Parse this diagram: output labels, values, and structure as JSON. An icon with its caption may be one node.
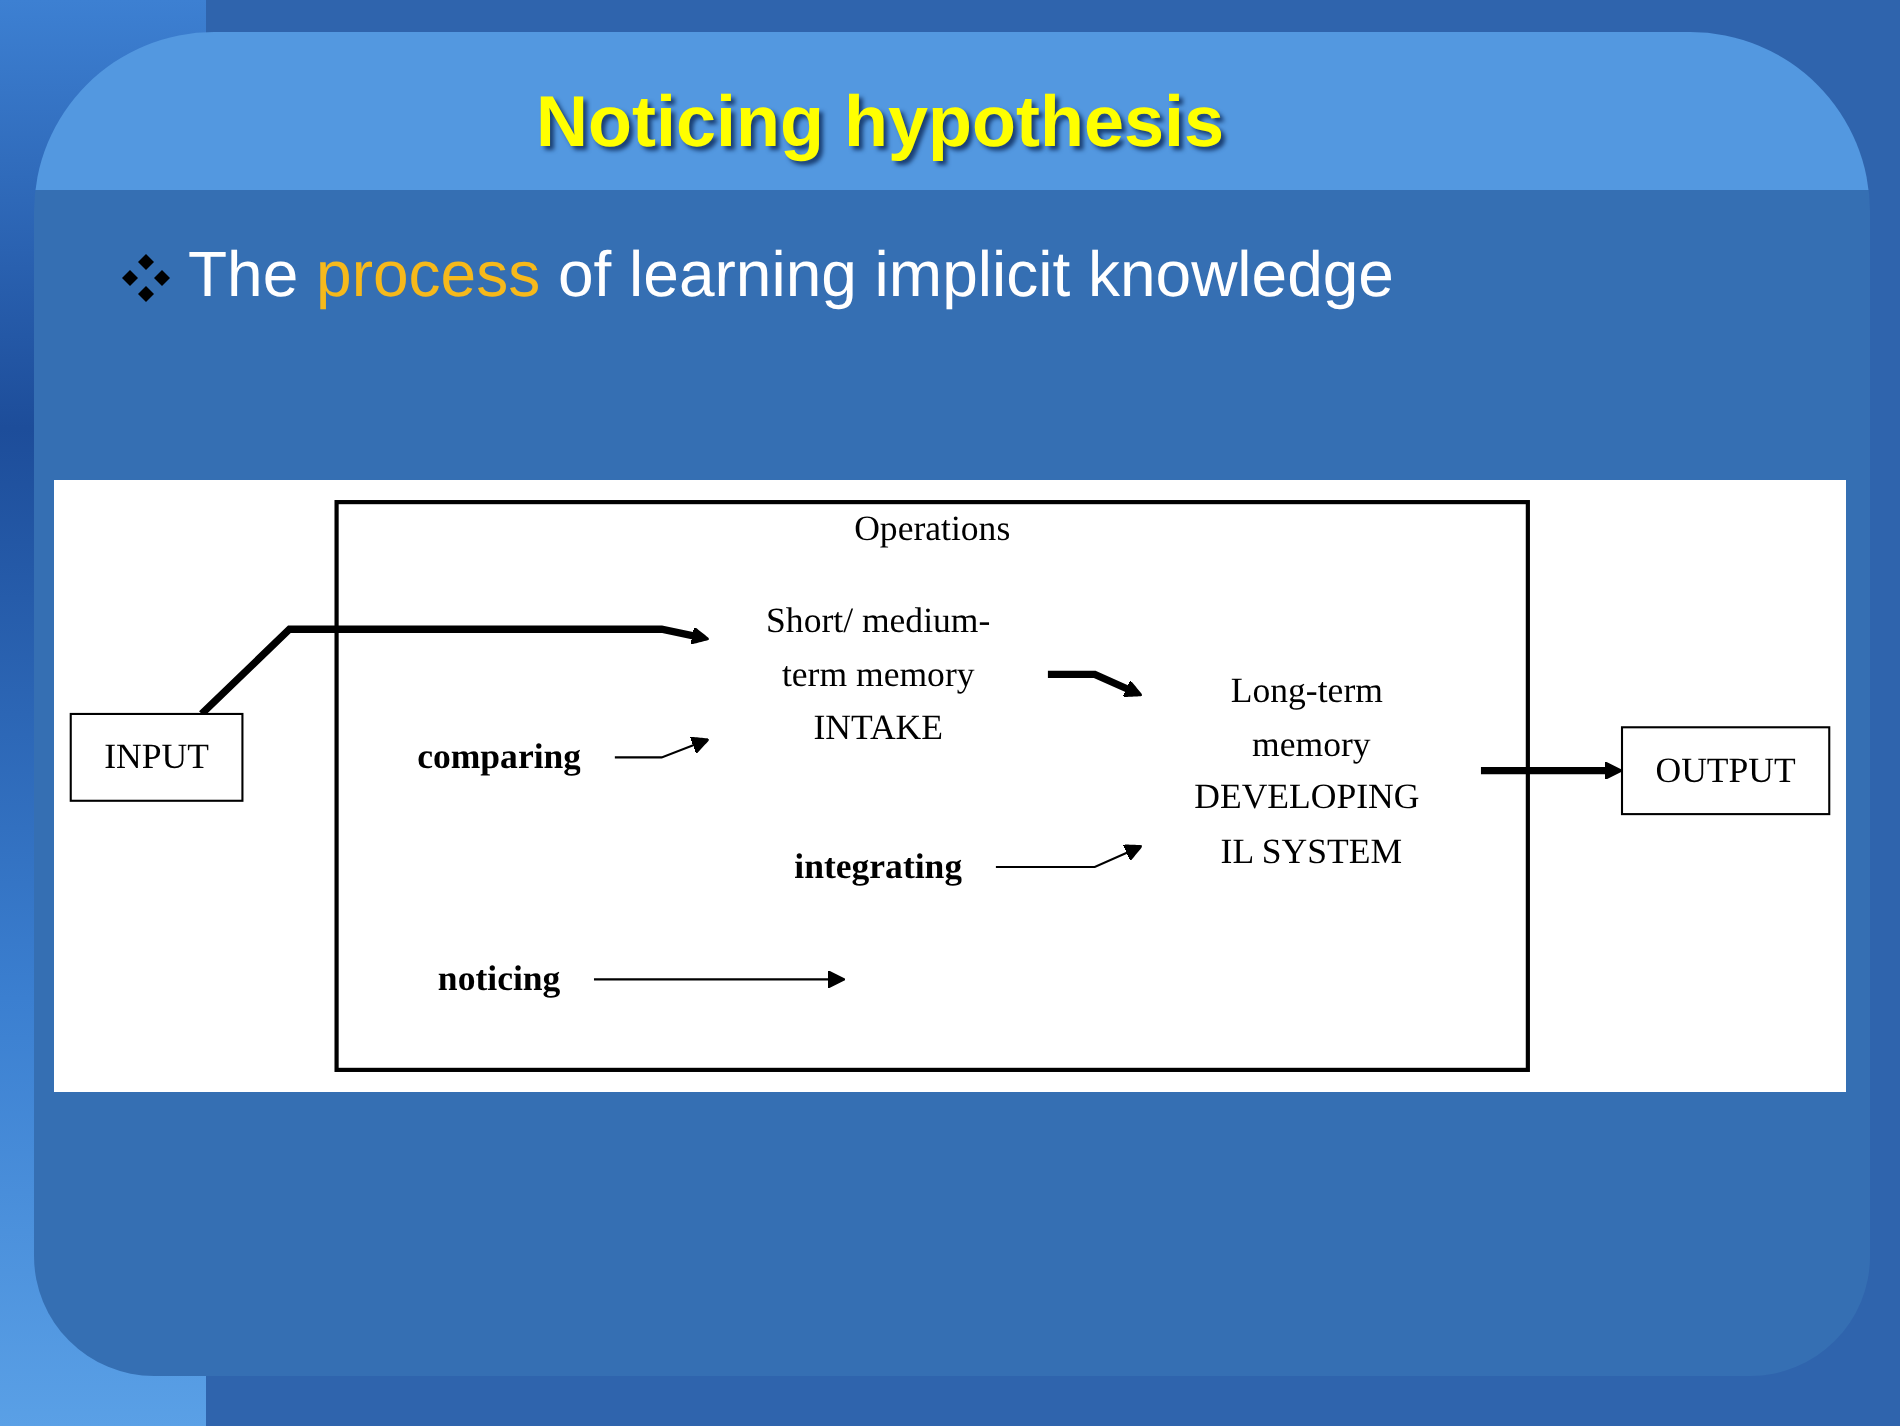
{
  "diagram": {
    "title": "Noticing hypothesis",
    "nodes": [
      {
        "text": [
          "Operations"
        ]
      },
      {
        "text": [
          "INPUT"
        ]
      },
      {
        "text": [
          "noticing"
        ],
        "in": 0
      },
      {
        "text": [
          "comparing"
        ],
        "in": 0
      },
      {
        "text": [
          "integrating"
        ],
        "in": 0
      },
      {
        "text": [
          "Short/ medium-term memory",
          "INTAKE"
        ],
        "in": 0
      },
      {
        "text": [
          "Long-term memory",
          "DEVELOPING IL SYSTEM"
        ],
        "in": 0
      },
      {
        "text": [
          "OUTPUT"
        ]
      }
    ],
    "edges": [
      {
        "from": 1,
        "to": 5,
        "arrow": "to",
        "style": "thick"
      },
      {
        "from": 5,
        "to": 6,
        "arrow": "to",
        "style": "thick"
      },
      {
        "from": 6,
        "to": 7,
        "arrow": "to",
        "style": "thick"
      },
      {
        "from": 2,
        "to": null,
        "arrow": "to"
      },
      {
        "from": 3,
        "to": 5,
        "arrow": "to"
      },
      {
        "from": 4,
        "to": 6,
        "arrow": "to"
      }
    ],
    "labels": [
      "The process of learning implicit knowledge"
    ]
  }
}
